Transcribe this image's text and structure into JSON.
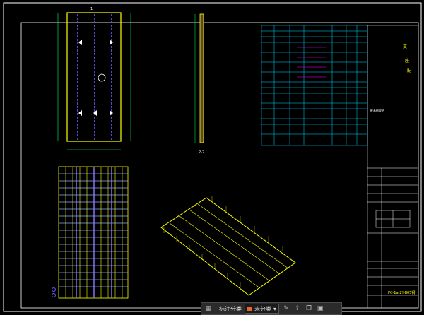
{
  "drawing": {
    "section_label_top": "1",
    "section_label_side": "2-2",
    "annot_right_1": "支",
    "annot_right_2": "座",
    "annot_right_3": "配",
    "note_label": "桩基础说明",
    "title_code": "PC-1a-2Y-B05钢",
    "colors": {
      "bg": "#000000",
      "frame": "#ffffff",
      "yellow": "#ffff00",
      "green": "#00ff66",
      "cyan": "#00d8ff",
      "blue": "#5a5aff",
      "magenta": "#ff00ff"
    }
  },
  "toolbar": {
    "select_icon": "grid-icon",
    "label": "标注分类",
    "dropdown_value": "未分类",
    "icons": [
      "edit-icon",
      "share-icon",
      "copy-icon",
      "close-icon"
    ]
  }
}
